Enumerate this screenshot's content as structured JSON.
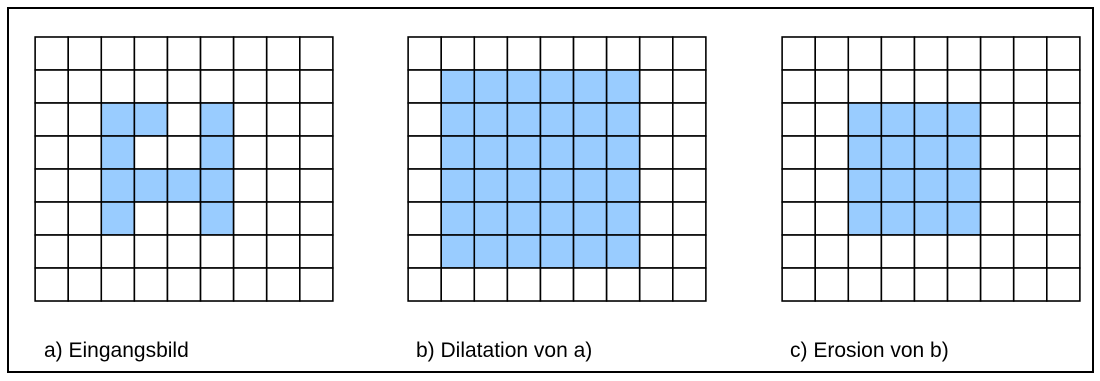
{
  "colors": {
    "filled": "#99ccff",
    "empty": "#ffffff",
    "line": "#000000"
  },
  "grid": {
    "cols": 9,
    "rows": 8
  },
  "panels": [
    {
      "caption": "a) Eingangsbild",
      "filled": [
        [
          2,
          2
        ],
        [
          2,
          3
        ],
        [
          2,
          5
        ],
        [
          3,
          2
        ],
        [
          3,
          5
        ],
        [
          4,
          2
        ],
        [
          4,
          3
        ],
        [
          4,
          4
        ],
        [
          4,
          5
        ],
        [
          5,
          2
        ],
        [
          5,
          5
        ]
      ]
    },
    {
      "caption": "b) Dilatation von a)",
      "filled": [
        [
          1,
          1
        ],
        [
          1,
          2
        ],
        [
          1,
          3
        ],
        [
          1,
          4
        ],
        [
          1,
          5
        ],
        [
          1,
          6
        ],
        [
          2,
          1
        ],
        [
          2,
          2
        ],
        [
          2,
          3
        ],
        [
          2,
          4
        ],
        [
          2,
          5
        ],
        [
          2,
          6
        ],
        [
          3,
          1
        ],
        [
          3,
          2
        ],
        [
          3,
          3
        ],
        [
          3,
          4
        ],
        [
          3,
          5
        ],
        [
          3,
          6
        ],
        [
          4,
          1
        ],
        [
          4,
          2
        ],
        [
          4,
          3
        ],
        [
          4,
          4
        ],
        [
          4,
          5
        ],
        [
          4,
          6
        ],
        [
          5,
          1
        ],
        [
          5,
          2
        ],
        [
          5,
          3
        ],
        [
          5,
          4
        ],
        [
          5,
          5
        ],
        [
          5,
          6
        ],
        [
          6,
          1
        ],
        [
          6,
          2
        ],
        [
          6,
          3
        ],
        [
          6,
          4
        ],
        [
          6,
          5
        ],
        [
          6,
          6
        ]
      ]
    },
    {
      "caption": "c) Erosion von b)",
      "filled": [
        [
          2,
          2
        ],
        [
          2,
          3
        ],
        [
          2,
          4
        ],
        [
          2,
          5
        ],
        [
          3,
          2
        ],
        [
          3,
          3
        ],
        [
          3,
          4
        ],
        [
          3,
          5
        ],
        [
          4,
          2
        ],
        [
          4,
          3
        ],
        [
          4,
          4
        ],
        [
          4,
          5
        ],
        [
          5,
          2
        ],
        [
          5,
          3
        ],
        [
          5,
          4
        ],
        [
          5,
          5
        ]
      ]
    }
  ]
}
